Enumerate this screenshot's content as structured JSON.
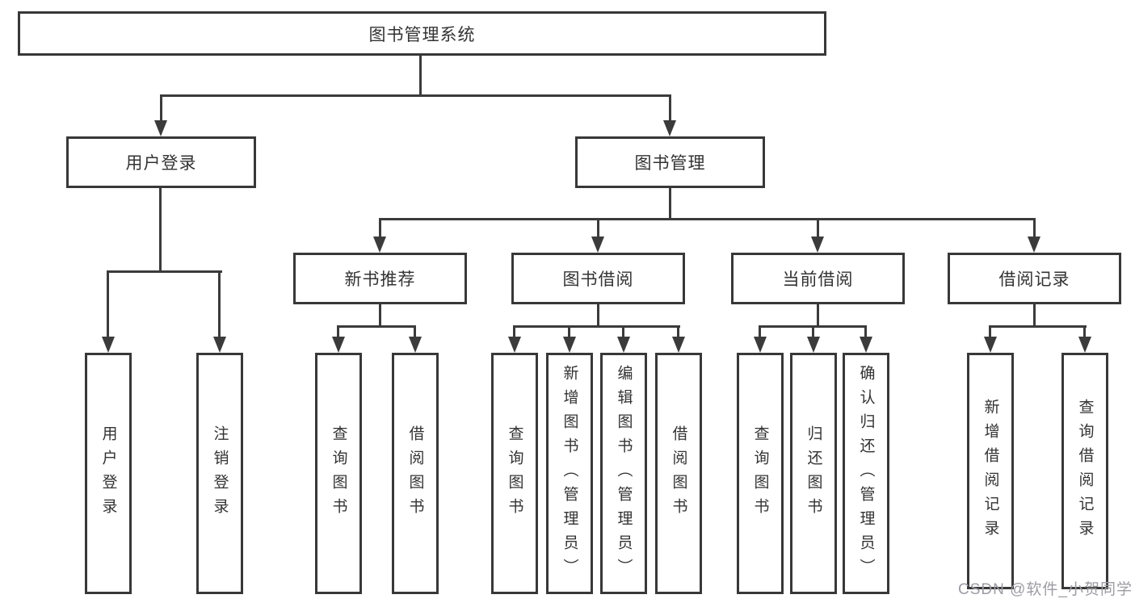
{
  "colors": {
    "line": "#3b3b3b",
    "box_border": "#383838",
    "text": "#333333",
    "background": "#ffffff",
    "watermark": "#9c9ca4"
  },
  "tree": {
    "root": {
      "label": "图书管理系统"
    },
    "children": [
      {
        "label": "用户登录",
        "children": [
          {
            "label": "用户登录"
          },
          {
            "label": "注销登录"
          }
        ]
      },
      {
        "label": "图书管理",
        "children": [
          {
            "label": "新书推荐",
            "children": [
              {
                "label": "查询图书"
              },
              {
                "label": "借阅图书"
              }
            ]
          },
          {
            "label": "图书借阅",
            "children": [
              {
                "label": "查询图书"
              },
              {
                "label": "新增图书（管理员）"
              },
              {
                "label": "编辑图书（管理员）"
              },
              {
                "label": "借阅图书"
              }
            ]
          },
          {
            "label": "当前借阅",
            "children": [
              {
                "label": "查询图书"
              },
              {
                "label": "归还图书"
              },
              {
                "label": "确认归还（管理员）"
              }
            ]
          },
          {
            "label": "借阅记录",
            "children": [
              {
                "label": "新增借阅记录"
              },
              {
                "label": "查询借阅记录"
              }
            ]
          }
        ]
      }
    ]
  },
  "watermark": {
    "text": "CSDN @软件_小贺同学"
  }
}
